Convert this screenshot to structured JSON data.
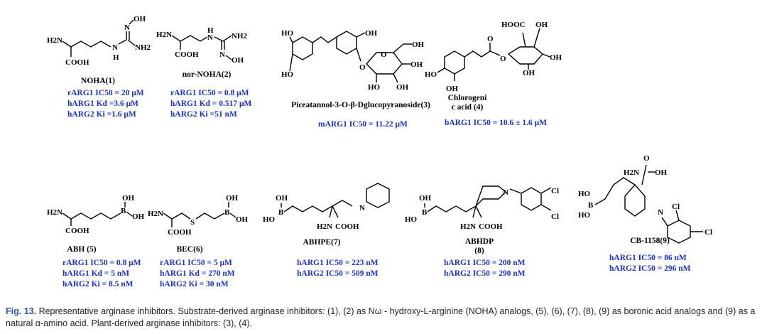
{
  "compounds": [
    {
      "name": "NOHA(1)",
      "activity": [
        "rARG1 IC50 = 20 μM",
        "hARG1 Kd =3.6 μM",
        "hARG2 Ki =1.6 μM"
      ]
    },
    {
      "name": "nor-NOHA(2)",
      "activity": [
        "rARG1 IC50 = 0.8 μM",
        "hARG1 Kd = 0.517 μM",
        "hARG2 Ki =51 nM"
      ]
    },
    {
      "name": "Piceatannol-3-O-β-Dglucopyranoside(3)",
      "activity": [
        "mARG1 IC50 = 11.22 μM"
      ]
    },
    {
      "name_lines": [
        "Chlorogeni",
        "c acid (4)"
      ],
      "activity": [
        "bARG1 IC50 = 10.6 ± 1.6 μM"
      ]
    },
    {
      "name": "ABH (5)",
      "activity": [
        "rARG1 IC50 = 0.8 μM",
        "hARG1 Kd = 5 nM",
        "hARG2 Ki = 8.5 nM"
      ]
    },
    {
      "name": "BEC(6)",
      "activity": [
        "rARG1 IC50 = 5 μM",
        "hARG1 Kd = 270 nM",
        "hARG2 Ki = 30 nM"
      ]
    },
    {
      "name": "ABHPE(7)",
      "activity": [
        "hARG1 IC50 = 223 nM",
        "hARG2 IC50 = 509 nM"
      ]
    },
    {
      "name_lines": [
        "ABHDP",
        "(8)"
      ],
      "activity": [
        "hARG1 IC50 = 200 nM",
        "hARG2 IC50 = 290 nM"
      ]
    },
    {
      "name": "CB-1158(9)",
      "activity": [
        "hARG1 IC50 = 86 nM",
        "hARG2 IC50 = 296 nM"
      ]
    }
  ],
  "atoms": {
    "h2n": "H2N",
    "nh2": "NH2",
    "cooh": "COOH",
    "oh": "OH",
    "ho": "HO",
    "hooc": "HOOC",
    "n": "N",
    "h": "H",
    "o": "O",
    "s": "S",
    "b": "B",
    "cl": "Cl"
  },
  "caption": {
    "label": "Fig. 13.",
    "text": "Representative arginase inhibitors. Substrate-derived arginase inhibitors: (1), (2) as Nω - hydroxy-L-arginine (NOHA) analogs, (5), (6), (7), (8), (9) as boronic acid analogs and (9) as a natural α-amino acid. Plant-derived arginase inhibitors: (3), (4)."
  }
}
